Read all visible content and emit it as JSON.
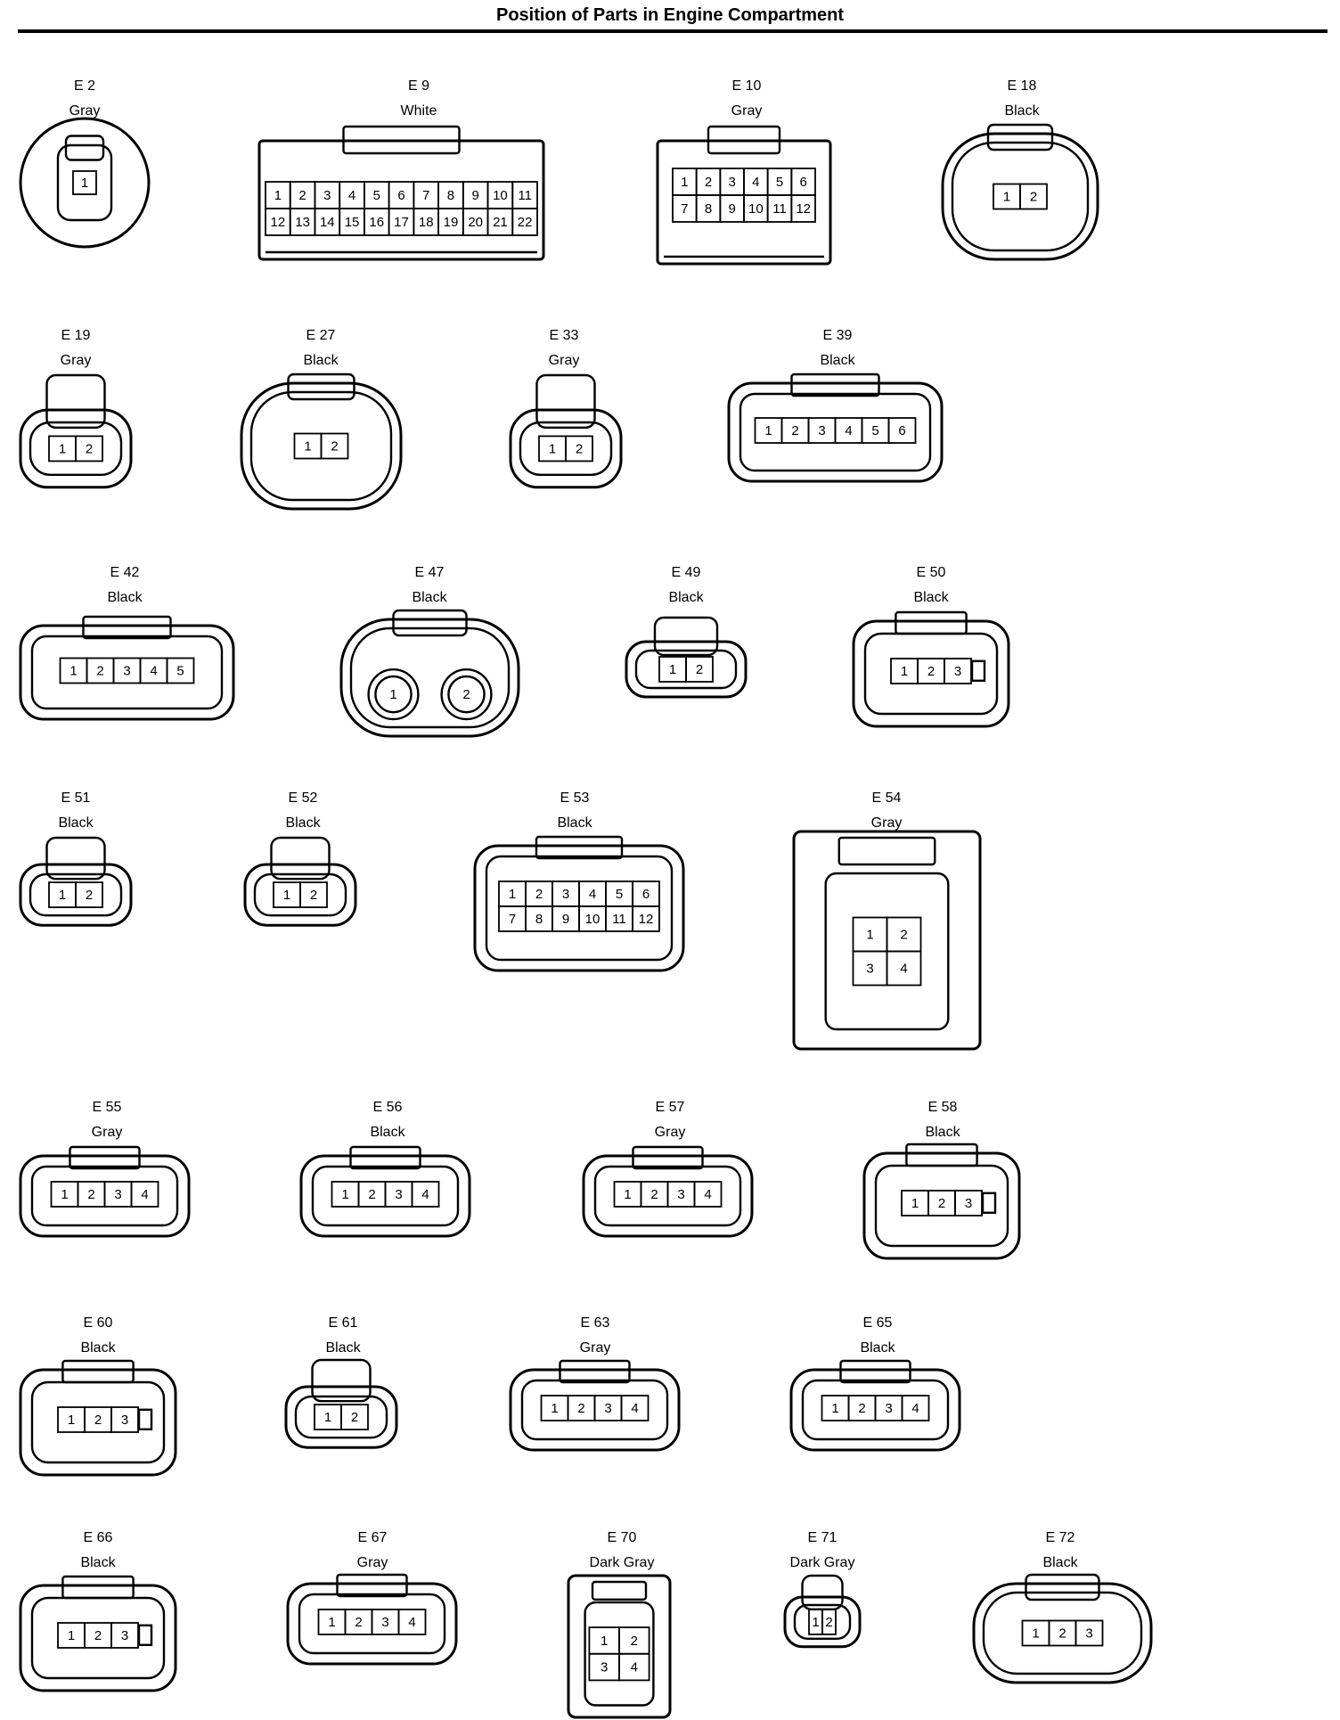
{
  "title": "Position of Parts in Engine Compartment",
  "connectors": [
    {
      "id": "E 2",
      "color": "Gray",
      "pins": [
        "1"
      ]
    },
    {
      "id": "E 9",
      "color": "White",
      "pins": [
        "1",
        "2",
        "3",
        "4",
        "5",
        "6",
        "7",
        "8",
        "9",
        "10",
        "11",
        "12",
        "13",
        "14",
        "15",
        "16",
        "17",
        "18",
        "19",
        "20",
        "21",
        "22"
      ]
    },
    {
      "id": "E 10",
      "color": "Gray",
      "pins": [
        "1",
        "2",
        "3",
        "4",
        "5",
        "6",
        "7",
        "8",
        "9",
        "10",
        "11",
        "12"
      ]
    },
    {
      "id": "E 18",
      "color": "Black",
      "pins": [
        "1",
        "2"
      ]
    },
    {
      "id": "E 19",
      "color": "Gray",
      "pins": [
        "1",
        "2"
      ]
    },
    {
      "id": "E 27",
      "color": "Black",
      "pins": [
        "1",
        "2"
      ]
    },
    {
      "id": "E 33",
      "color": "Gray",
      "pins": [
        "1",
        "2"
      ]
    },
    {
      "id": "E 39",
      "color": "Black",
      "pins": [
        "1",
        "2",
        "3",
        "4",
        "5",
        "6"
      ]
    },
    {
      "id": "E 42",
      "color": "Black",
      "pins": [
        "1",
        "2",
        "3",
        "4",
        "5"
      ]
    },
    {
      "id": "E 47",
      "color": "Black",
      "pins": [
        "1",
        "2"
      ]
    },
    {
      "id": "E 49",
      "color": "Black",
      "pins": [
        "1",
        "2"
      ]
    },
    {
      "id": "E 50",
      "color": "Black",
      "pins": [
        "1",
        "2",
        "3"
      ]
    },
    {
      "id": "E 51",
      "color": "Black",
      "pins": [
        "1",
        "2"
      ]
    },
    {
      "id": "E 52",
      "color": "Black",
      "pins": [
        "1",
        "2"
      ]
    },
    {
      "id": "E 53",
      "color": "Black",
      "pins": [
        "1",
        "2",
        "3",
        "4",
        "5",
        "6",
        "7",
        "8",
        "9",
        "10",
        "11",
        "12"
      ]
    },
    {
      "id": "E 54",
      "color": "Gray",
      "pins": [
        "1",
        "2",
        "3",
        "4"
      ]
    },
    {
      "id": "E 55",
      "color": "Gray",
      "pins": [
        "1",
        "2",
        "3",
        "4"
      ]
    },
    {
      "id": "E 56",
      "color": "Black",
      "pins": [
        "1",
        "2",
        "3",
        "4"
      ]
    },
    {
      "id": "E 57",
      "color": "Gray",
      "pins": [
        "1",
        "2",
        "3",
        "4"
      ]
    },
    {
      "id": "E 58",
      "color": "Black",
      "pins": [
        "1",
        "2",
        "3"
      ]
    },
    {
      "id": "E 60",
      "color": "Black",
      "pins": [
        "1",
        "2",
        "3"
      ]
    },
    {
      "id": "E 61",
      "color": "Black",
      "pins": [
        "1",
        "2"
      ]
    },
    {
      "id": "E 63",
      "color": "Gray",
      "pins": [
        "1",
        "2",
        "3",
        "4"
      ]
    },
    {
      "id": "E 65",
      "color": "Black",
      "pins": [
        "1",
        "2",
        "3",
        "4"
      ]
    },
    {
      "id": "E 66",
      "color": "Black",
      "pins": [
        "1",
        "2",
        "3"
      ]
    },
    {
      "id": "E 67",
      "color": "Gray",
      "pins": [
        "1",
        "2",
        "3",
        "4"
      ]
    },
    {
      "id": "E 70",
      "color": "Dark Gray",
      "pins": [
        "1",
        "2",
        "3",
        "4"
      ]
    },
    {
      "id": "E 71",
      "color": "Dark Gray",
      "pins": [
        "1",
        "2"
      ]
    },
    {
      "id": "E 72",
      "color": "Black",
      "pins": [
        "1",
        "2",
        "3"
      ]
    }
  ]
}
